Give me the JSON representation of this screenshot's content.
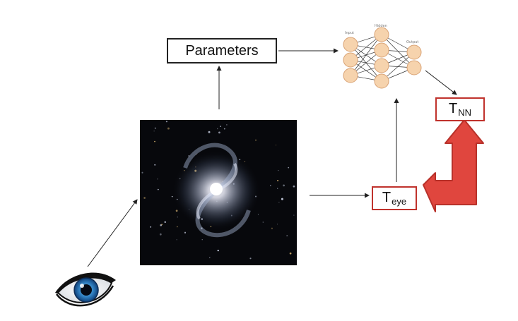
{
  "boxes": {
    "parameters": "Parameters",
    "t_eye": {
      "base": "T",
      "sub": "eye"
    },
    "t_nn": {
      "base": "T",
      "sub": "NN"
    }
  },
  "network": {
    "layers": [
      {
        "label": "Input",
        "nodes": 3
      },
      {
        "label": "Hidden",
        "nodes": 4
      },
      {
        "label": "Output",
        "nodes": 2
      }
    ]
  },
  "colors": {
    "node_fill": "#f6d3ad",
    "node_stroke": "#d9a274",
    "red": "#c0322c",
    "red_bright": "#e0463e",
    "line": "#222222"
  },
  "icons": {
    "eye": "eye-icon",
    "galaxy": "galaxy-image"
  }
}
